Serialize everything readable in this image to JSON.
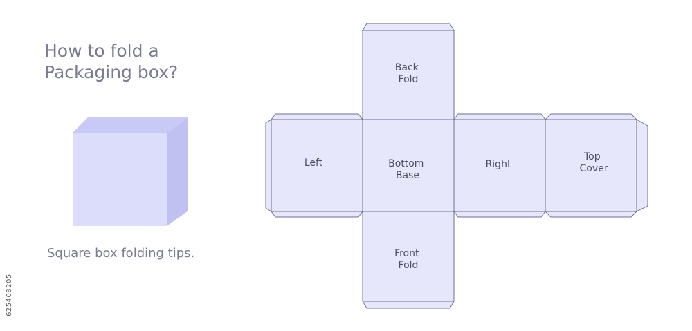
{
  "title": "How to fold a\nPackaging box?",
  "subtitle": "Square box folding tips.",
  "side_id": "625408205",
  "panels": {
    "back": [
      "Back",
      "Fold"
    ],
    "left": [
      "Left"
    ],
    "bottom": [
      "Bottom",
      "Base"
    ],
    "right": [
      "Right"
    ],
    "top": [
      "Top",
      "Cover"
    ],
    "front": [
      "Front",
      "Fold"
    ]
  },
  "colors": {
    "panel_fill": "#e7e7fb",
    "panel_stroke": "#6f6f93",
    "cube_front": "#dcdcfb",
    "cube_top": "#c9c9f6",
    "cube_side": "#c0c0f1",
    "text": "#7a7a92"
  }
}
